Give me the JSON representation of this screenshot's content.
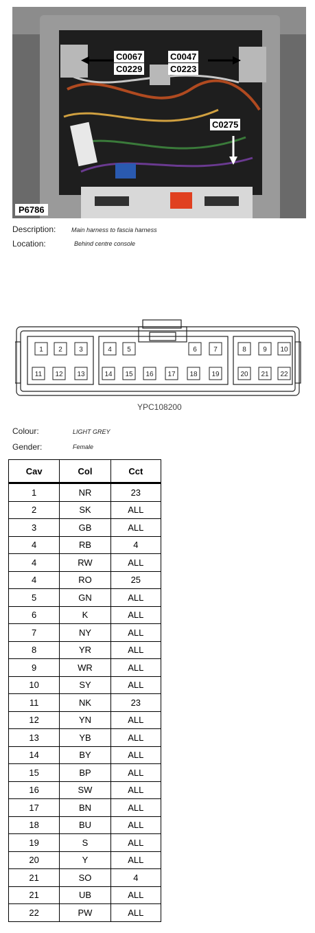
{
  "photo": {
    "id": "P6786",
    "callouts": {
      "left_top": "C0067",
      "left_bottom": "C0229",
      "right_top": "C0047",
      "right_bottom": "C0223",
      "lower_right": "C0275"
    }
  },
  "details": {
    "description_label": "Description:",
    "description_value": "Main harness to fascia harness",
    "location_label": "Location:",
    "location_value": "Behind centre console"
  },
  "connector": {
    "part_number": "YPC108200",
    "top_row_pins": [
      "1",
      "2",
      "3",
      "4",
      "5",
      "6",
      "7",
      "8",
      "9",
      "10"
    ],
    "bottom_row_pins": [
      "11",
      "12",
      "13",
      "14",
      "15",
      "16",
      "17",
      "18",
      "19",
      "20",
      "21",
      "22"
    ]
  },
  "properties": {
    "colour_label": "Colour:",
    "colour_value": "LIGHT GREY",
    "gender_label": "Gender:",
    "gender_value": "Female"
  },
  "table": {
    "headers": [
      "Cav",
      "Col",
      "Cct"
    ],
    "rows": [
      [
        "1",
        "NR",
        "23"
      ],
      [
        "2",
        "SK",
        "ALL"
      ],
      [
        "3",
        "GB",
        "ALL"
      ],
      [
        "4",
        "RB",
        "4"
      ],
      [
        "4",
        "RW",
        "ALL"
      ],
      [
        "4",
        "RO",
        "25"
      ],
      [
        "5",
        "GN",
        "ALL"
      ],
      [
        "6",
        "K",
        "ALL"
      ],
      [
        "7",
        "NY",
        "ALL"
      ],
      [
        "8",
        "YR",
        "ALL"
      ],
      [
        "9",
        "WR",
        "ALL"
      ],
      [
        "10",
        "SY",
        "ALL"
      ],
      [
        "11",
        "NK",
        "23"
      ],
      [
        "12",
        "YN",
        "ALL"
      ],
      [
        "13",
        "YB",
        "ALL"
      ],
      [
        "14",
        "BY",
        "ALL"
      ],
      [
        "15",
        "BP",
        "ALL"
      ],
      [
        "16",
        "SW",
        "ALL"
      ],
      [
        "17",
        "BN",
        "ALL"
      ],
      [
        "18",
        "BU",
        "ALL"
      ],
      [
        "19",
        "S",
        "ALL"
      ],
      [
        "20",
        "Y",
        "ALL"
      ],
      [
        "21",
        "SO",
        "4"
      ],
      [
        "21",
        "UB",
        "ALL"
      ],
      [
        "22",
        "PW",
        "ALL"
      ]
    ]
  }
}
